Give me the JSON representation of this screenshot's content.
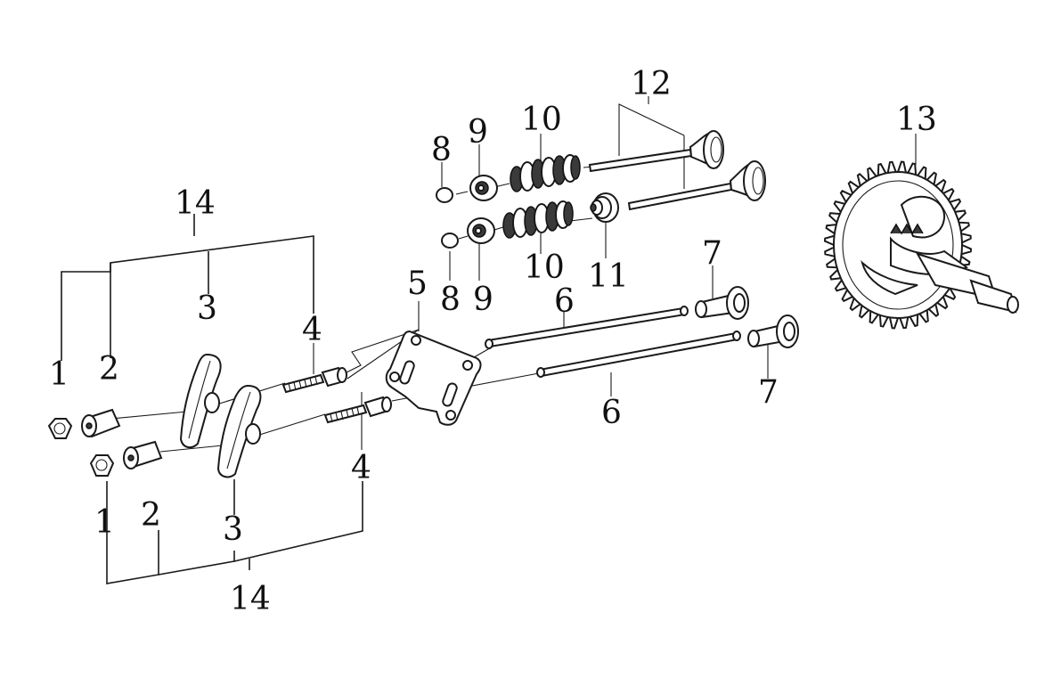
{
  "labels": {
    "l1a": "1",
    "l1b": "1",
    "l2a": "2",
    "l2b": "2",
    "l3a": "3",
    "l3b": "3",
    "l4a": "4",
    "l4b": "4",
    "l5": "5",
    "l6a": "6",
    "l6b": "6",
    "l7a": "7",
    "l7b": "7",
    "l8a": "8",
    "l8b": "8",
    "l9a": "9",
    "l9b": "9",
    "l10a": "10",
    "l10b": "10",
    "l11": "11",
    "l12": "12",
    "l13": "13",
    "l14a": "14",
    "l14b": "14"
  }
}
